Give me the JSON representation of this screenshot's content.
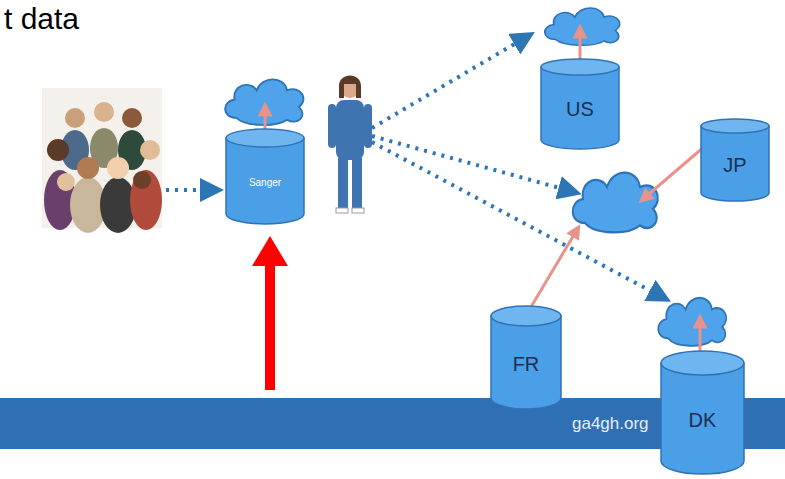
{
  "diagram": {
    "title": "t data",
    "nodes": [
      {
        "text": [
          "Sanger"
        ]
      },
      {
        "text": [
          "US"
        ]
      },
      {
        "text": [
          "JP"
        ]
      },
      {
        "text": [
          "FR"
        ]
      },
      {
        "text": [
          "DK"
        ]
      }
    ],
    "labels": [
      "ga4gh.org"
    ]
  }
}
